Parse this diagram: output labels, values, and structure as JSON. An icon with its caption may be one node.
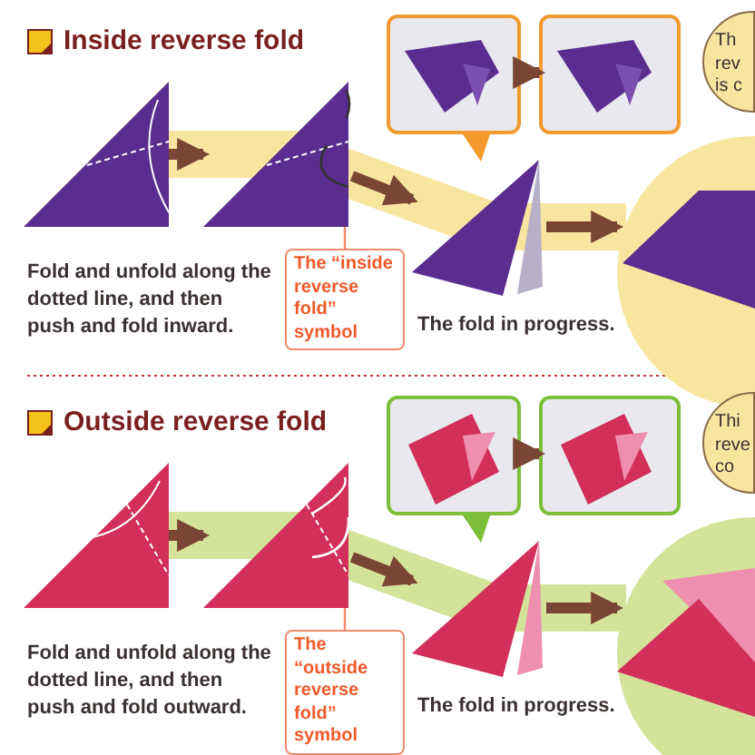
{
  "diagram": {
    "nodes": [
      {
        "text": [],
        "shape": "picture"
      },
      {
        "text": [],
        "shape": "picture"
      },
      {
        "text": [
          "The “inside reverse fold” symbol"
        ]
      },
      {
        "text": [],
        "shape": "picture"
      },
      {
        "text": [],
        "shape": "picture"
      },
      {
        "text": [],
        "shape": "picture"
      },
      {
        "text": [],
        "shape": "circle"
      },
      {
        "text": [
          "Th",
          "rev",
          "is c"
        ]
      },
      {
        "text": [],
        "shape": "picture"
      },
      {
        "text": [],
        "shape": "picture"
      },
      {
        "text": [
          "The “outside reverse fold” symbol"
        ]
      },
      {
        "text": [],
        "shape": "picture"
      },
      {
        "text": [],
        "shape": "picture"
      },
      {
        "text": [],
        "shape": "picture"
      },
      {
        "text": [],
        "shape": "circle"
      },
      {
        "text": [
          "Thi",
          "reve",
          "co"
        ]
      }
    ],
    "edges": [
      {
        "from": 0,
        "to": 1,
        "arrow": "to"
      },
      {
        "from": 1,
        "to": 5,
        "arrow": "to"
      },
      {
        "from": 5,
        "to": 6,
        "arrow": "to"
      },
      {
        "from": 3,
        "to": 4,
        "arrow": "to"
      },
      {
        "from": 2,
        "to": 1,
        "arrow": "none",
        "color": "#f08a6a"
      },
      {
        "from": 8,
        "to": 9,
        "arrow": "to"
      },
      {
        "from": 9,
        "to": 13,
        "arrow": "to"
      },
      {
        "from": 13,
        "to": 14,
        "arrow": "to"
      },
      {
        "from": 11,
        "to": 12,
        "arrow": "to"
      },
      {
        "from": 10,
        "to": 9,
        "arrow": "none",
        "color": "#f08a6a"
      }
    ],
    "labels": [
      "Inside reverse fold",
      "Fold and unfold along the dotted line, and then push and fold inward.",
      "The fold in progress.",
      "Outside reverse fold",
      "Fold and unfold along the dotted line, and then push and fold outward.",
      "The fold in progress."
    ]
  }
}
